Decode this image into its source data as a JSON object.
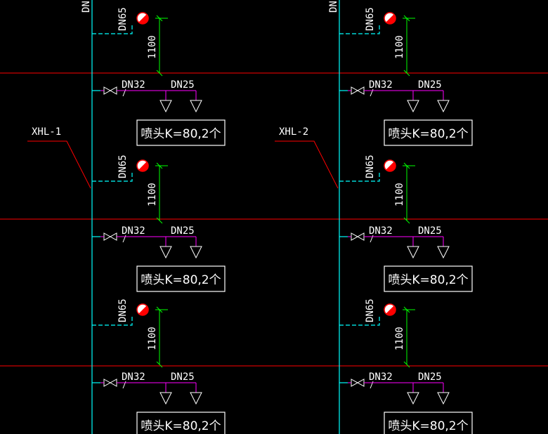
{
  "riser_top_label": "DN",
  "riser_labels": [
    "XHL-1",
    "XHL-2"
  ],
  "hydrant_pipe_label": "DN65",
  "height_label": "1100",
  "branch_pipe_label": "DN32",
  "sprinkler_pipe_label": "DN25",
  "sprinkler_note": "喷头K=80,2个",
  "colors": {
    "background": "#000000",
    "riser": "#00ffff",
    "floor_line": "#ff0000",
    "sprinkler_pipe": "#ff00ff",
    "elevation_line": "#00ff00",
    "hydrant_fill": "#ff0000",
    "text": "#ffffff"
  }
}
